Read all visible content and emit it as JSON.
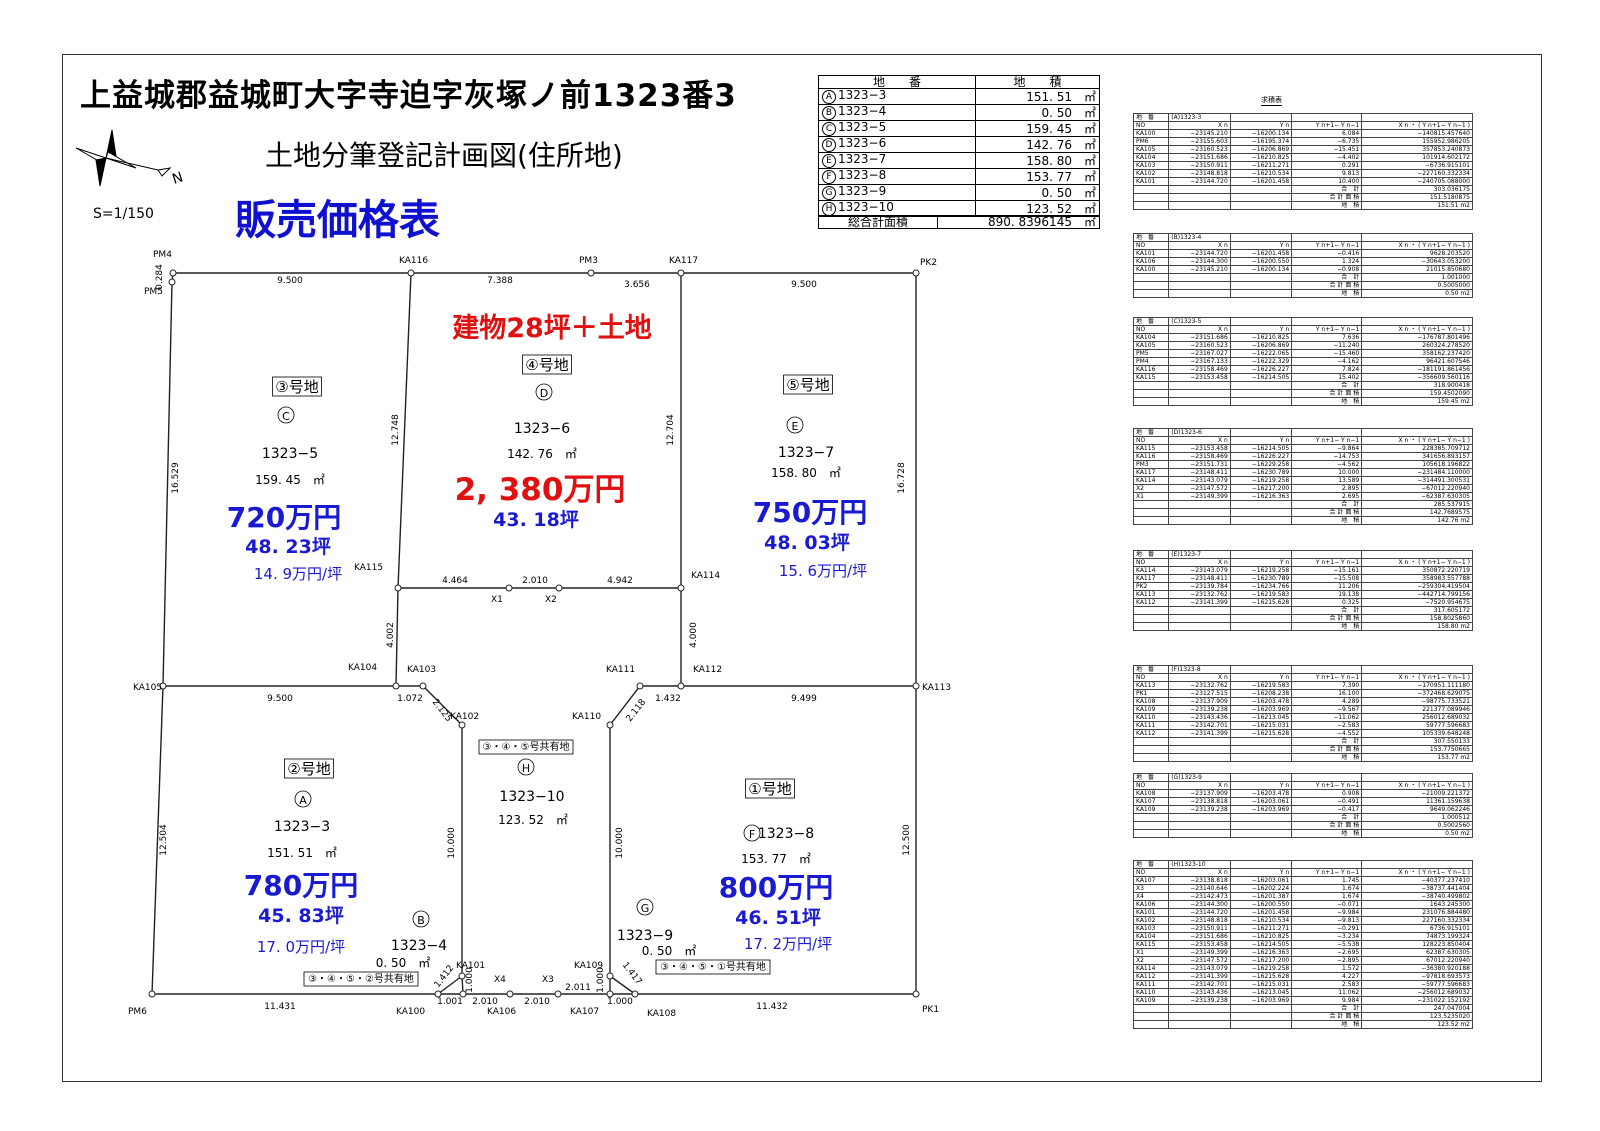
{
  "header": {
    "title": "上益城郡益城町大字寺迫字灰塚ノ前1323番3",
    "subtitle": "土地分筆登記計画図(住所地)",
    "price_title": "販売価格表",
    "scale": "S=1/150"
  },
  "lot_table": {
    "header": [
      "地　　番",
      "地　　積"
    ],
    "rows": [
      {
        "mark": "A",
        "number": "1323−3",
        "area": "151. 51",
        "unit": "㎡"
      },
      {
        "mark": "B",
        "number": "1323−4",
        "area": "0. 50",
        "unit": "㎡"
      },
      {
        "mark": "C",
        "number": "1323−5",
        "area": "159. 45",
        "unit": "㎡"
      },
      {
        "mark": "D",
        "number": "1323−6",
        "area": "142. 76",
        "unit": "㎡"
      },
      {
        "mark": "E",
        "number": "1323−7",
        "area": "158. 80",
        "unit": "㎡"
      },
      {
        "mark": "F",
        "number": "1323−8",
        "area": "153. 77",
        "unit": "㎡"
      },
      {
        "mark": "G",
        "number": "1323−9",
        "area": "0. 50",
        "unit": "㎡"
      },
      {
        "mark": "H",
        "number": "1323−10",
        "area": "123. 52",
        "unit": "㎡"
      }
    ],
    "total_label": "総合計面積",
    "total_value": "890. 8396145",
    "total_unit": "㎡"
  },
  "calc_sheet": {
    "title": "求積表",
    "col_no": "NO",
    "col_x": "X n",
    "col_y": "Y n",
    "col_d": "Y n+1− Y n−1",
    "col_p": "X n ・ ( Y n+1− Y n−1 )",
    "label_header": "地　番",
    "label_sum": "合　計",
    "label_double": "合 計 面 積",
    "label_area": "地　積",
    "blocks": [
      {
        "id": "A",
        "lot": "1323-3",
        "rows": [
          [
            "KA100",
            "−23145.210",
            "−16200.134",
            "6.084",
            "−140815.457640"
          ],
          [
            "PM6",
            "−23155.603",
            "−16195.374",
            "−6.735",
            "155952.986205"
          ],
          [
            "KA105",
            "−23160.523",
            "−16206.869",
            "−15.451",
            "357853.240873"
          ],
          [
            "KA104",
            "−23151.686",
            "−16210.825",
            "−4.402",
            "101914.602172"
          ],
          [
            "KA103",
            "−23150.911",
            "−16211.271",
            "0.291",
            "−6736.915101"
          ],
          [
            "KA102",
            "−23148.818",
            "−16210.534",
            "9.813",
            "−227160.332334"
          ],
          [
            "KA101",
            "−23144.720",
            "−16201.458",
            "10.400",
            "−240705.088000"
          ]
        ],
        "sum": "303.036175",
        "double": "151.5180875",
        "area": "151.51 m2"
      },
      {
        "id": "B",
        "lot": "1323-4",
        "rows": [
          [
            "KA101",
            "−23144.720",
            "−16201.458",
            "−0.416",
            "9628.203520"
          ],
          [
            "KA106",
            "−23144.300",
            "−16200.550",
            "1.324",
            "−30643.053200"
          ],
          [
            "KA100",
            "−23145.210",
            "−16200.134",
            "−0.908",
            "21015.850680"
          ]
        ],
        "sum": "1.001000",
        "double": "0.5005000",
        "area": "0.50 m2"
      },
      {
        "id": "C",
        "lot": "1323-5",
        "rows": [
          [
            "KA104",
            "−23151.686",
            "−16210.825",
            "7.636",
            "−176787.801496"
          ],
          [
            "KA105",
            "−23160.523",
            "−16206.869",
            "−11.240",
            "260324.278520"
          ],
          [
            "PM5",
            "−23167.027",
            "−16222.065",
            "−15.460",
            "358162.237420"
          ],
          [
            "PM4",
            "−23167.133",
            "−16222.329",
            "−4.162",
            "96421.607546"
          ],
          [
            "KA116",
            "−23158.469",
            "−16226.227",
            "7.824",
            "−181191.861456"
          ],
          [
            "KA115",
            "−23153.458",
            "−16214.505",
            "15.402",
            "−356609.560116"
          ]
        ],
        "sum": "318.900418",
        "double": "159.4502090",
        "area": "159.45 m2"
      },
      {
        "id": "D",
        "lot": "1323-6",
        "rows": [
          [
            "KA115",
            "−23153.458",
            "−16214.505",
            "−9.864",
            "228385.709712"
          ],
          [
            "KA116",
            "−23158.469",
            "−16226.227",
            "−14.753",
            "341656.893157"
          ],
          [
            "PM3",
            "−23151.731",
            "−16229.258",
            "−4.562",
            "105618.196822"
          ],
          [
            "KA117",
            "−23148.411",
            "−16230.789",
            "10.000",
            "−231484.110000"
          ],
          [
            "KA114",
            "−23143.079",
            "−16219.258",
            "13.589",
            "−314491.300531"
          ],
          [
            "X2",
            "−23147.572",
            "−16217.200",
            "2.895",
            "−67012.220940"
          ],
          [
            "X1",
            "−23149.399",
            "−16216.363",
            "2.695",
            "−62387.630305"
          ]
        ],
        "sum": "285.537915",
        "double": "142.7689575",
        "area": "142.76 m2"
      },
      {
        "id": "E",
        "lot": "1323-7",
        "rows": [
          [
            "KA114",
            "−23143.079",
            "−16219.258",
            "−15.161",
            "350872.220719"
          ],
          [
            "KA117",
            "−23148.411",
            "−16230.789",
            "−15.508",
            "358983.557788"
          ],
          [
            "PK2",
            "−23139.784",
            "−16234.766",
            "11.206",
            "−259304.419504"
          ],
          [
            "KA113",
            "−23132.762",
            "−16219.583",
            "19.138",
            "−442714.799156"
          ],
          [
            "KA112",
            "−23141.399",
            "−16215.628",
            "0.325",
            "−7520.954675"
          ]
        ],
        "sum": "317.605172",
        "double": "158.8025860",
        "area": "158.80 m2"
      },
      {
        "id": "F",
        "lot": "1323-8",
        "rows": [
          [
            "KA113",
            "−23132.762",
            "−16219.583",
            "7.390",
            "−170951.111180"
          ],
          [
            "PK1",
            "−23127.515",
            "−16208.238",
            "16.100",
            "−372468.629075"
          ],
          [
            "KA108",
            "−23137.909",
            "−16203.478",
            "4.289",
            "−98775.733521"
          ],
          [
            "KA109",
            "−23139.238",
            "−16203.969",
            "−9.567",
            "221377.089946"
          ],
          [
            "KA110",
            "−23143.436",
            "−16213.045",
            "−11.062",
            "256012.689032"
          ],
          [
            "KA111",
            "−23142.701",
            "−16215.031",
            "−2.583",
            "59777.596683"
          ],
          [
            "KA112",
            "−23141.399",
            "−16215.628",
            "−4.552",
            "105339.648248"
          ]
        ],
        "sum": "307.550133",
        "double": "153.7750665",
        "area": "153.77 m2"
      },
      {
        "id": "G",
        "lot": "1323-9",
        "rows": [
          [
            "KA108",
            "−23137.909",
            "−16203.478",
            "0.908",
            "−21009.221372"
          ],
          [
            "KA107",
            "−23138.818",
            "−16203.061",
            "−0.491",
            "11361.159638"
          ],
          [
            "KA109",
            "−23139.238",
            "−16203.969",
            "−0.417",
            "9649.062246"
          ]
        ],
        "sum": "1.000512",
        "double": "0.5002560",
        "area": "0.50 m2"
      },
      {
        "id": "H",
        "lot": "1323-10",
        "rows": [
          [
            "KA107",
            "−23138.818",
            "−16203.061",
            "1.745",
            "−40377.237410"
          ],
          [
            "X3",
            "−23140.646",
            "−16202.224",
            "1.674",
            "−38737.441404"
          ],
          [
            "X4",
            "−23142.473",
            "−16201.387",
            "1.674",
            "−38740.499802"
          ],
          [
            "KA106",
            "−23144.300",
            "−16200.550",
            "−0.071",
            "1643.245300"
          ],
          [
            "KA101",
            "−23144.720",
            "−16201.458",
            "−9.984",
            "231076.884480"
          ],
          [
            "KA102",
            "−23148.818",
            "−16210.534",
            "−9.813",
            "227160.332334"
          ],
          [
            "KA103",
            "−23150.911",
            "−16211.271",
            "−0.291",
            "6736.915101"
          ],
          [
            "KA104",
            "−23151.686",
            "−16210.825",
            "−3.234",
            "74873.199324"
          ],
          [
            "KA115",
            "−23153.458",
            "−16214.505",
            "−5.538",
            "128223.850404"
          ],
          [
            "X1",
            "−23149.399",
            "−16216.363",
            "−2.695",
            "62387.630305"
          ],
          [
            "X2",
            "−23147.572",
            "−16217.200",
            "−2.895",
            "67012.220940"
          ],
          [
            "KA114",
            "−23143.079",
            "−16219.258",
            "1.572",
            "−36380.920188"
          ],
          [
            "KA112",
            "−23141.399",
            "−16215.628",
            "4.227",
            "−97818.693573"
          ],
          [
            "KA111",
            "−23142.701",
            "−16215.031",
            "2.583",
            "−59777.596683"
          ],
          [
            "KA110",
            "−23143.436",
            "−16213.045",
            "11.062",
            "−256012.689032"
          ],
          [
            "KA109",
            "−23139.238",
            "−16203.969",
            "9.984",
            "−231022.152192"
          ]
        ],
        "sum": "247.047004",
        "double": "123.5235020",
        "area": "123.52 m2"
      }
    ]
  },
  "plan": {
    "colors": {
      "price": "#1a1ad0",
      "feature": "#e01010",
      "line": "#222222"
    },
    "feature_label": "建物28坪＋土地",
    "points": [
      {
        "name": "PM4",
        "text": "PM4"
      },
      {
        "name": "PM5",
        "text": "PM5"
      },
      {
        "name": "KA116",
        "text": "KA116"
      },
      {
        "name": "PM3",
        "text": "PM3"
      },
      {
        "name": "KA117",
        "text": "KA117"
      },
      {
        "name": "PK2",
        "text": "PK2"
      },
      {
        "name": "KA115",
        "text": "KA115"
      },
      {
        "name": "X1",
        "text": "X1"
      },
      {
        "name": "X2",
        "text": "X2"
      },
      {
        "name": "KA114",
        "text": "KA114"
      },
      {
        "name": "KA105",
        "text": "KA105"
      },
      {
        "name": "KA104",
        "text": "KA104"
      },
      {
        "name": "KA103",
        "text": "KA103"
      },
      {
        "name": "KA102",
        "text": "KA102"
      },
      {
        "name": "KA111",
        "text": "KA111"
      },
      {
        "name": "KA110",
        "text": "KA110"
      },
      {
        "name": "KA112",
        "text": "KA112"
      },
      {
        "name": "KA113",
        "text": "KA113"
      },
      {
        "name": "KA101",
        "text": "KA101"
      },
      {
        "name": "KA109",
        "text": "KA109"
      },
      {
        "name": "PM6",
        "text": "PM6"
      },
      {
        "name": "KA100",
        "text": "KA100"
      },
      {
        "name": "X4",
        "text": "X4"
      },
      {
        "name": "KA106",
        "text": "KA106"
      },
      {
        "name": "X3",
        "text": "X3"
      },
      {
        "name": "KA107",
        "text": "KA107"
      },
      {
        "name": "KA108",
        "text": "KA108"
      },
      {
        "name": "PK1",
        "text": "PK1"
      }
    ],
    "dimensions": [
      "9.500",
      "7.388",
      "3.656",
      "9.500",
      "0.284",
      "12.748",
      "12.704",
      "16.529",
      "16.728",
      "4.464",
      "2.010",
      "4.942",
      "4.002",
      "4.000",
      "9.500",
      "1.072",
      "2.125",
      "2.118",
      "1.432",
      "9.499",
      "12.504",
      "10.000",
      "10.000",
      "12.500",
      "1.412",
      "1.000",
      "1.000",
      "1.417",
      "11.431",
      "1.001",
      "2.010",
      "2.010",
      "2.011",
      "1.000",
      "11.432"
    ],
    "lots": [
      {
        "id": "lot3",
        "label": "③号地",
        "mark": "C",
        "number": "1323−5",
        "area": "159. 45　㎡",
        "price": "720万円",
        "tsubo": "48. 23坪",
        "unit_price": "14. 9万円/坪"
      },
      {
        "id": "lot4",
        "label": "④号地",
        "mark": "D",
        "number": "1323−6",
        "area": "142. 76　㎡",
        "price": "2, 380万円",
        "tsubo": "43. 18坪"
      },
      {
        "id": "lot5",
        "label": "⑤号地",
        "mark": "E",
        "number": "1323−7",
        "area": "158. 80　㎡",
        "price": "750万円",
        "tsubo": "48. 03坪",
        "unit_price": "15. 6万円/坪"
      },
      {
        "id": "lot2",
        "label": "②号地",
        "mark": "A",
        "number": "1323−3",
        "area": "151. 51　㎡",
        "price": "780万円",
        "tsubo": "45. 83坪",
        "unit_price": "17. 0万円/坪"
      },
      {
        "id": "lot1",
        "label": "①号地",
        "mark": "F",
        "number": "1323−8",
        "area": "153. 77　㎡",
        "price": "800万円",
        "tsubo": "46. 51坪",
        "unit_price": "17. 2万円/坪"
      },
      {
        "id": "common",
        "label": "③・④・⑤号共有地",
        "mark": "H",
        "number": "1323−10",
        "area": "123. 52　㎡"
      },
      {
        "id": "smallB",
        "label": "③・④・⑤・②号共有地",
        "mark": "B",
        "number": "1323−4",
        "area": "0. 50　㎡"
      },
      {
        "id": "smallG",
        "label": "③・④・⑤・①号共有地",
        "mark": "G",
        "number": "1323−9",
        "area": "0. 50　㎡"
      }
    ]
  }
}
